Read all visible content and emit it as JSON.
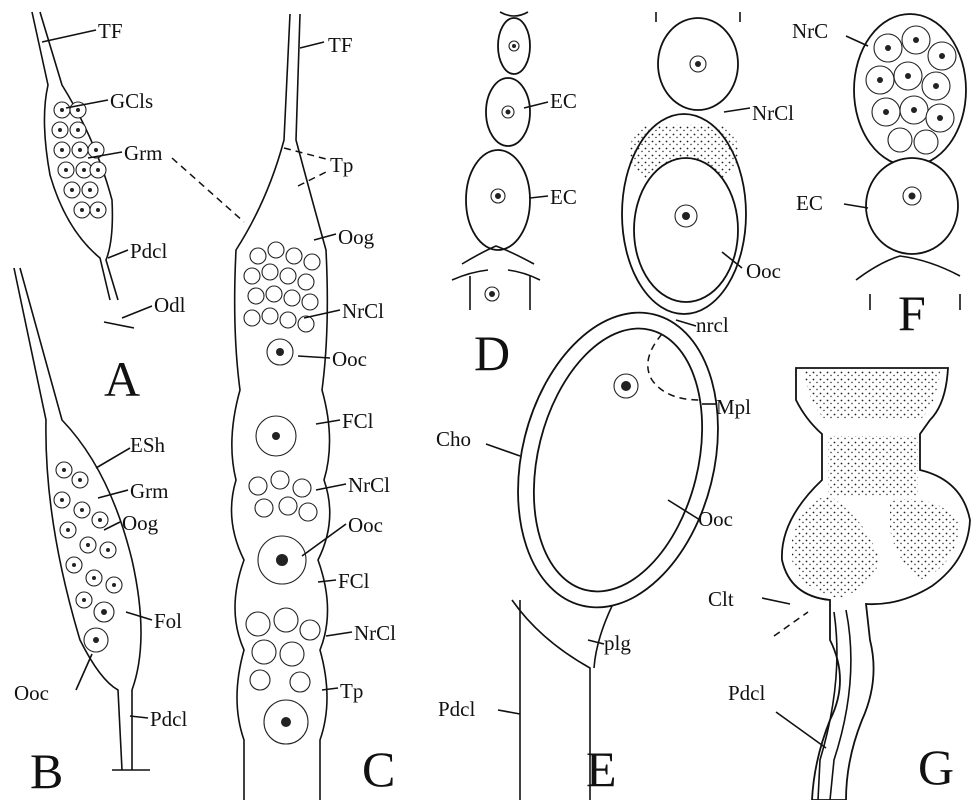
{
  "panels": {
    "A": {
      "letter": "A",
      "labels": {
        "tf": "TF",
        "gcls": "GCls",
        "grm": "Grm",
        "pdcl": "Pdcl",
        "odl": "Odl"
      }
    },
    "B": {
      "letter": "B",
      "labels": {
        "esh": "ESh",
        "grm": "Grm",
        "oog": "Oog",
        "fol": "Fol",
        "ooc": "Ooc",
        "pdcl": "Pdcl"
      }
    },
    "C": {
      "letter": "C",
      "labels": {
        "tf": "TF",
        "tp_top": "Tp",
        "oog": "Oog",
        "nrcl_1": "NrCl",
        "ooc_1": "Ooc",
        "fcl_1": "FCl",
        "nrcl_2": "NrCl",
        "ooc_2": "Ooc",
        "fcl_2": "FCl",
        "nrcl_3": "NrCl",
        "tp_bottom": "Tp"
      }
    },
    "D": {
      "letter": "D",
      "labels": {
        "ec_1": "EC",
        "ec_2": "EC"
      }
    },
    "E": {
      "letter": "E",
      "labels": {
        "nrcl": "NrCl",
        "ooc_top": "Ooc",
        "nrcl_lower": "nrcl",
        "mpl": "Mpl",
        "cho": "Cho",
        "ooc_main": "Ooc",
        "plg": "plg",
        "pdcl": "Pdcl"
      }
    },
    "F": {
      "letter": "F",
      "labels": {
        "nrc": "NrC",
        "ec": "EC"
      }
    },
    "G": {
      "letter": "G",
      "labels": {
        "clt": "Clt",
        "pdcl": "Pdcl"
      }
    }
  }
}
